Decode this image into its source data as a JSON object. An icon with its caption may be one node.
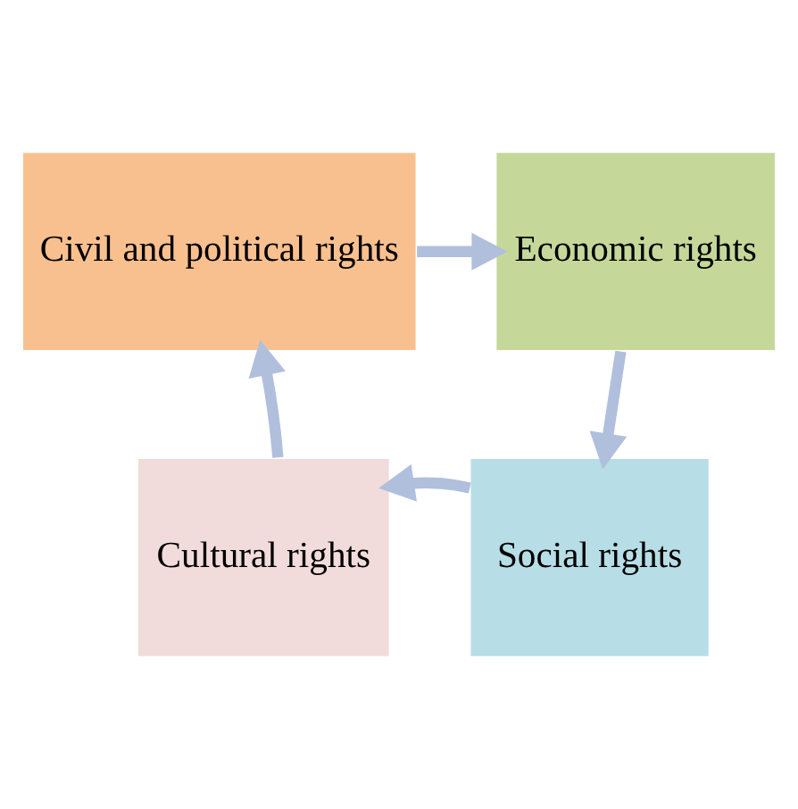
{
  "diagram": {
    "nodes": [
      {
        "text": [
          "Civil and political rights"
        ]
      },
      {
        "text": [
          "Economic rights"
        ]
      },
      {
        "text": [
          "Cultural rights"
        ]
      },
      {
        "text": [
          "Social rights"
        ]
      }
    ],
    "edges": [
      {
        "from": 0,
        "to": 1,
        "arrow": "to"
      },
      {
        "from": 1,
        "to": 3,
        "arrow": "to"
      },
      {
        "from": 3,
        "to": 2,
        "arrow": "to"
      },
      {
        "from": 2,
        "to": 0,
        "arrow": "to"
      }
    ]
  }
}
